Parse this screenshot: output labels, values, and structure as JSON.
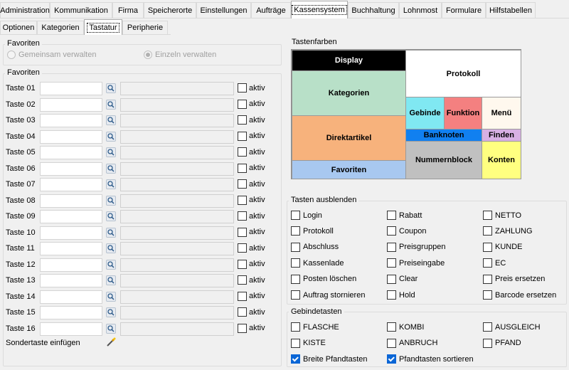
{
  "top_tabs": [
    {
      "label": "Administration",
      "active": false
    },
    {
      "label": "Kommunikation",
      "active": false
    },
    {
      "label": "Firma",
      "active": false
    },
    {
      "label": "Speicherorte",
      "active": false
    },
    {
      "label": "Einstellungen",
      "active": false
    },
    {
      "label": "Aufträge",
      "active": false
    },
    {
      "label": "Kassensystem",
      "active": true
    },
    {
      "label": "Buchhaltung",
      "active": false
    },
    {
      "label": "Lohnmost",
      "active": false
    },
    {
      "label": "Formulare",
      "active": false
    },
    {
      "label": "Hilfstabellen",
      "active": false
    }
  ],
  "sub_tabs": [
    {
      "label": "Optionen",
      "active": false
    },
    {
      "label": "Kategorien",
      "active": false
    },
    {
      "label": "Tastatur",
      "active": true
    },
    {
      "label": "Peripherie",
      "active": false
    }
  ],
  "favoriten_mode": {
    "title": "Favoriten",
    "option_shared": "Gemeinsam verwalten",
    "option_single": "Einzeln verwalten",
    "selected": "Einzeln verwalten"
  },
  "favoriten": {
    "title": "Favoriten",
    "checkbox_label": "aktiv",
    "keys": [
      {
        "label": "Taste 01",
        "value": "",
        "display": "",
        "aktiv": false
      },
      {
        "label": "Taste 02",
        "value": "",
        "display": "",
        "aktiv": false
      },
      {
        "label": "Taste 03",
        "value": "",
        "display": "",
        "aktiv": false
      },
      {
        "label": "Taste 04",
        "value": "",
        "display": "",
        "aktiv": false
      },
      {
        "label": "Taste 05",
        "value": "",
        "display": "",
        "aktiv": false
      },
      {
        "label": "Taste 06",
        "value": "",
        "display": "",
        "aktiv": false
      },
      {
        "label": "Taste 07",
        "value": "",
        "display": "",
        "aktiv": false
      },
      {
        "label": "Taste 08",
        "value": "",
        "display": "",
        "aktiv": false
      },
      {
        "label": "Taste 09",
        "value": "",
        "display": "",
        "aktiv": false
      },
      {
        "label": "Taste 10",
        "value": "",
        "display": "",
        "aktiv": false
      },
      {
        "label": "Taste 11",
        "value": "",
        "display": "",
        "aktiv": false
      },
      {
        "label": "Taste 12",
        "value": "",
        "display": "",
        "aktiv": false
      },
      {
        "label": "Taste 13",
        "value": "",
        "display": "",
        "aktiv": false
      },
      {
        "label": "Taste 14",
        "value": "",
        "display": "",
        "aktiv": false
      },
      {
        "label": "Taste 15",
        "value": "",
        "display": "",
        "aktiv": false
      },
      {
        "label": "Taste 16",
        "value": "",
        "display": "",
        "aktiv": false
      }
    ],
    "sondertaste_label": "Sondertaste einfügen",
    "sondertaste_icon": "wand-icon",
    "search_icon": "search-icon"
  },
  "tastenfarben": {
    "title": "Tastenfarben",
    "tiles": {
      "display": {
        "label": "Display",
        "color": "#000000",
        "text_color": "#ffffff"
      },
      "protokoll": {
        "label": "Protokoll",
        "color": "#ffffff",
        "text_color": "#000000"
      },
      "kategorien": {
        "label": "Kategorien",
        "color": "#b8e0c8",
        "text_color": "#000000"
      },
      "gebinde": {
        "label": "Gebinde",
        "color": "#80e8f2",
        "text_color": "#000000"
      },
      "funktion": {
        "label": "Funktion",
        "color": "#f48080",
        "text_color": "#000000"
      },
      "menu": {
        "label": "Menü",
        "color": "#fff8ee",
        "text_color": "#000000"
      },
      "direktartikel": {
        "label": "Direktartikel",
        "color": "#f7b27c",
        "text_color": "#000000"
      },
      "banknoten": {
        "label": "Banknoten",
        "color": "#1180f0",
        "text_color": "#000000"
      },
      "finden": {
        "label": "Finden",
        "color": "#d8b0e4",
        "text_color": "#000000"
      },
      "nummernblock": {
        "label": "Nummernblock",
        "color": "#c0c0c0",
        "text_color": "#000000"
      },
      "konten": {
        "label": "Konten",
        "color": "#ffff80",
        "text_color": "#000000"
      },
      "favoriten": {
        "label": "Favoriten",
        "color": "#a8c8f0",
        "text_color": "#000000"
      }
    }
  },
  "tasten_ausblenden": {
    "title": "Tasten ausblenden",
    "items": [
      {
        "label": "Login",
        "checked": false
      },
      {
        "label": "Rabatt",
        "checked": false
      },
      {
        "label": "NETTO",
        "checked": false
      },
      {
        "label": "Protokoll",
        "checked": false
      },
      {
        "label": "Coupon",
        "checked": false
      },
      {
        "label": "ZAHLUNG",
        "checked": false
      },
      {
        "label": "Abschluss",
        "checked": false
      },
      {
        "label": "Preisgruppen",
        "checked": false
      },
      {
        "label": "KUNDE",
        "checked": false
      },
      {
        "label": "Kassenlade",
        "checked": false
      },
      {
        "label": "Preiseingabe",
        "checked": false
      },
      {
        "label": "EC",
        "checked": false
      },
      {
        "label": "Posten löschen",
        "checked": false
      },
      {
        "label": "Clear",
        "checked": false
      },
      {
        "label": "Preis ersetzen",
        "checked": false
      },
      {
        "label": "Auftrag stornieren",
        "checked": false
      },
      {
        "label": "Hold",
        "checked": false
      },
      {
        "label": "Barcode ersetzen",
        "checked": false
      }
    ]
  },
  "gebindetasten": {
    "title": "Gebindetasten",
    "items": [
      {
        "label": "FLASCHE",
        "checked": false
      },
      {
        "label": "KOMBI",
        "checked": false
      },
      {
        "label": "AUSGLEICH",
        "checked": false
      },
      {
        "label": "KISTE",
        "checked": false
      },
      {
        "label": "ANBRUCH",
        "checked": false
      },
      {
        "label": "PFAND",
        "checked": false
      },
      {
        "label": "Breite Pfandtasten",
        "checked": true
      },
      {
        "label": "Pfandtasten sortieren",
        "checked": true
      }
    ]
  }
}
